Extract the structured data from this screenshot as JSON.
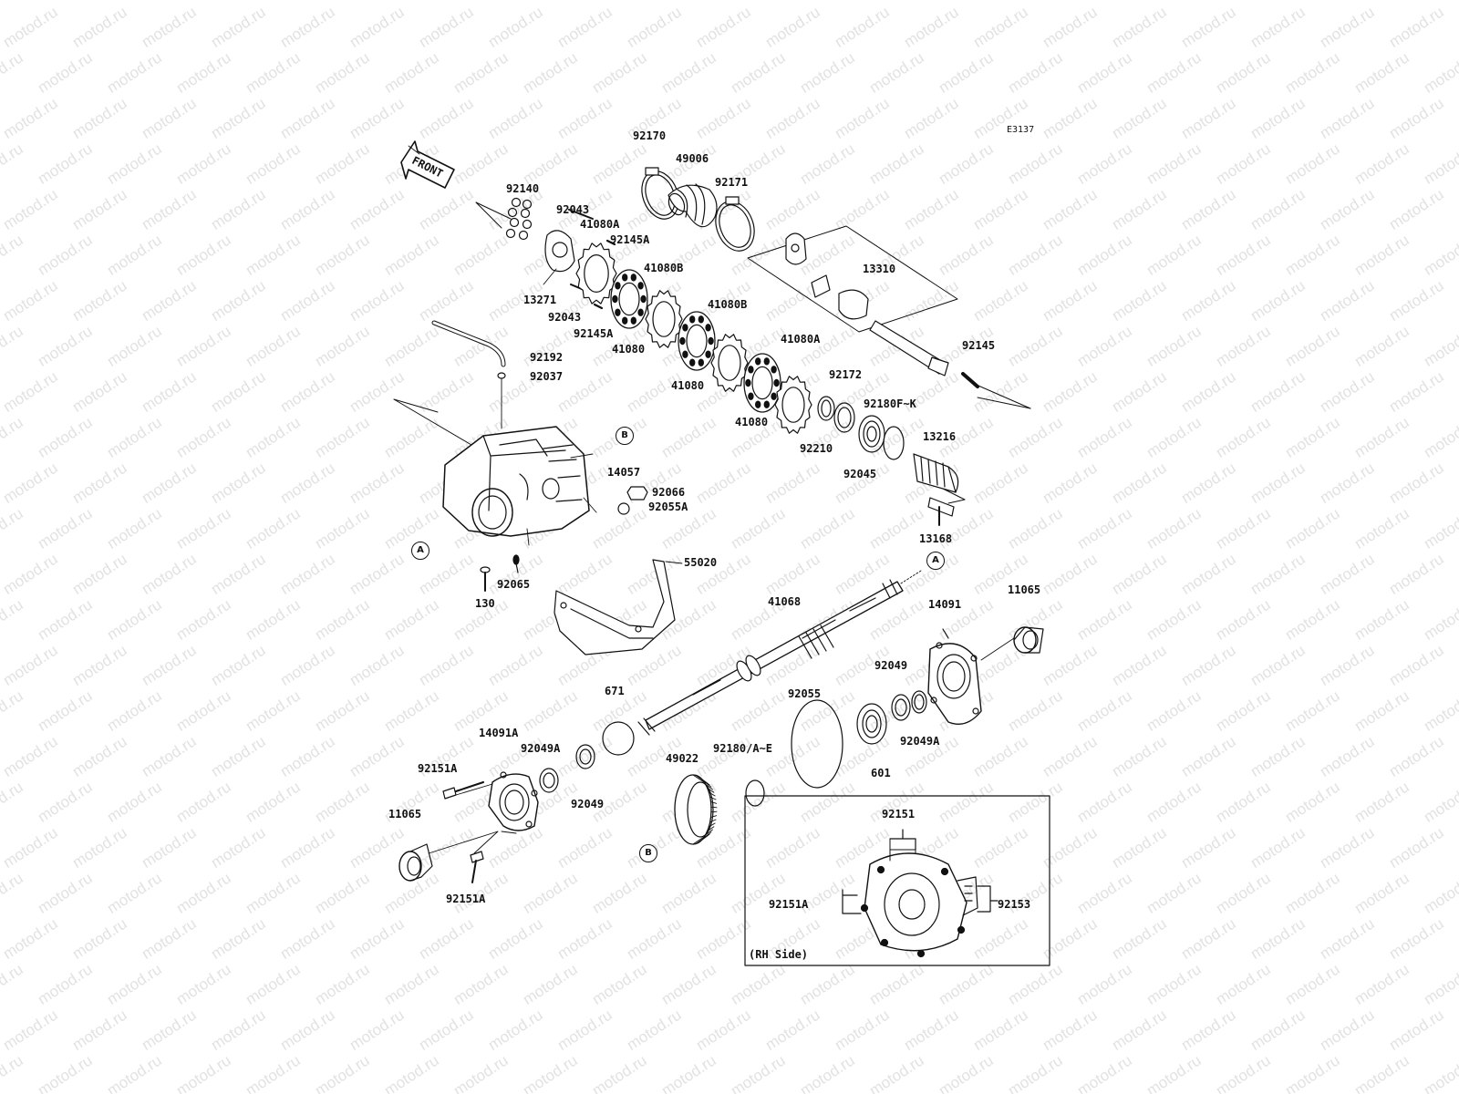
{
  "watermark": "motod.ru",
  "diagram_code": "E3137",
  "front_label": "FRONT",
  "inset_caption": "(RH Side)",
  "ref_markers": {
    "a": "A",
    "b": "B"
  },
  "parts": {
    "p92170": "92170",
    "p49006": "49006",
    "p92171": "92171",
    "p92140": "92140",
    "p92043a": "92043",
    "p41080Aa": "41080A",
    "p92145Aa": "92145A",
    "p41080Ba": "41080B",
    "p13271": "13271",
    "p92043b": "92043",
    "p92145Ab": "92145A",
    "p41080a": "41080",
    "p41080Bb": "41080B",
    "p41080b": "41080",
    "p41080Ab": "41080A",
    "p41080c": "41080",
    "p13310": "13310",
    "p92145": "92145",
    "p92172": "92172",
    "p92180FK": "92180F~K",
    "p92210": "92210",
    "p92045": "92045",
    "p13216": "13216",
    "p13168": "13168",
    "p92192": "92192",
    "p92037": "92037",
    "p14057": "14057",
    "p92066": "92066",
    "p92055A": "92055A",
    "p55020": "55020",
    "p92065": "92065",
    "p130": "130",
    "p41068": "41068",
    "p14091": "14091",
    "p11065a": "11065",
    "p92049a": "92049",
    "p92049Aa": "92049A",
    "p601": "601",
    "p92055": "92055",
    "p671": "671",
    "p92180AE": "92180/A~E",
    "p49022": "49022",
    "p14091A": "14091A",
    "p92049Ab": "92049A",
    "p92049b": "92049",
    "p92151Aa": "92151A",
    "p11065b": "11065",
    "p92151Ab": "92151A",
    "p92151": "92151",
    "p92151Ac": "92151A",
    "p92153": "92153"
  }
}
